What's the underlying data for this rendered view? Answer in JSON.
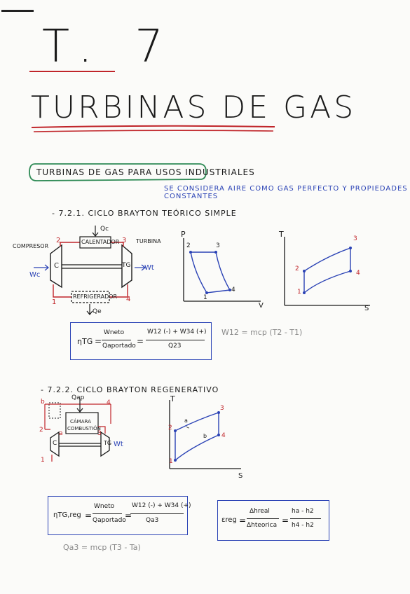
{
  "header": {
    "chapter": "T. 7",
    "title": "TURBINAS DE GAS"
  },
  "subtitle": "TURBINAS DE GAS PARA USOS INDUSTRIALES",
  "note": "SE CONSIDERA AIRE COMO GAS PERFECTO Y PROPIEDADES CONSTANTES",
  "section1": {
    "heading": "- 7.2.1. CICLO BRAYTON TEÓRICO SIMPLE",
    "labels": {
      "compresor": "COMPRESOR",
      "turbina": "TURBINA",
      "calentador": "CALENTADOR",
      "refrigerador": "REFRIGERADOR",
      "c": "C",
      "tg": "TG",
      "wc": "Wc",
      "wt": "Wt",
      "qc": "Qc",
      "qe": "Qe"
    },
    "points": [
      "1",
      "2",
      "3",
      "4"
    ],
    "pv_axes": {
      "y": "P",
      "x": "V"
    },
    "ts_axes": {
      "y": "T",
      "x": "S"
    },
    "eq": {
      "lhs": "ηTG",
      "frac1_num": "Wneto",
      "frac1_den": "Qaportado",
      "frac2_num": "W12 (-) + W34 (+)",
      "frac2_den": "Q23"
    },
    "side_note": "W12 = mcp (T2 - T1)"
  },
  "section2": {
    "heading": "- 7.2.2. CICLO BRAYTON REGENERATIVO",
    "labels": {
      "qap": "Qap",
      "camara": "CÁMARA",
      "combustion": "COMBUSTIÓN",
      "c": "C",
      "tg": "TG",
      "wt": "Wt"
    },
    "points_schematic": [
      "b",
      "2",
      "a",
      "3",
      "4",
      "1"
    ],
    "ts_points": [
      "1",
      "2",
      "3",
      "4",
      "a",
      "b"
    ],
    "ts_axes": {
      "y": "T",
      "x": "S"
    },
    "eq1": {
      "lhs": "ηTG,reg",
      "frac1_num": "Wneto",
      "frac1_den": "Qaportado",
      "frac2_num": "W12 (-) + W34 (+)",
      "frac2_den": "Qa3"
    },
    "eq2": {
      "lhs": "εreg",
      "frac1_num": "Δhreal",
      "frac1_den": "Δhteorica",
      "frac2_num": "ha - h2",
      "frac2_den": "h4 - h2"
    },
    "side_note": "Qa3 = mcp (T3 - Ta)"
  },
  "colors": {
    "ink": "#1a1a1a",
    "blue": "#2a42b5",
    "red": "#c0252a",
    "green": "#2e8a55"
  }
}
